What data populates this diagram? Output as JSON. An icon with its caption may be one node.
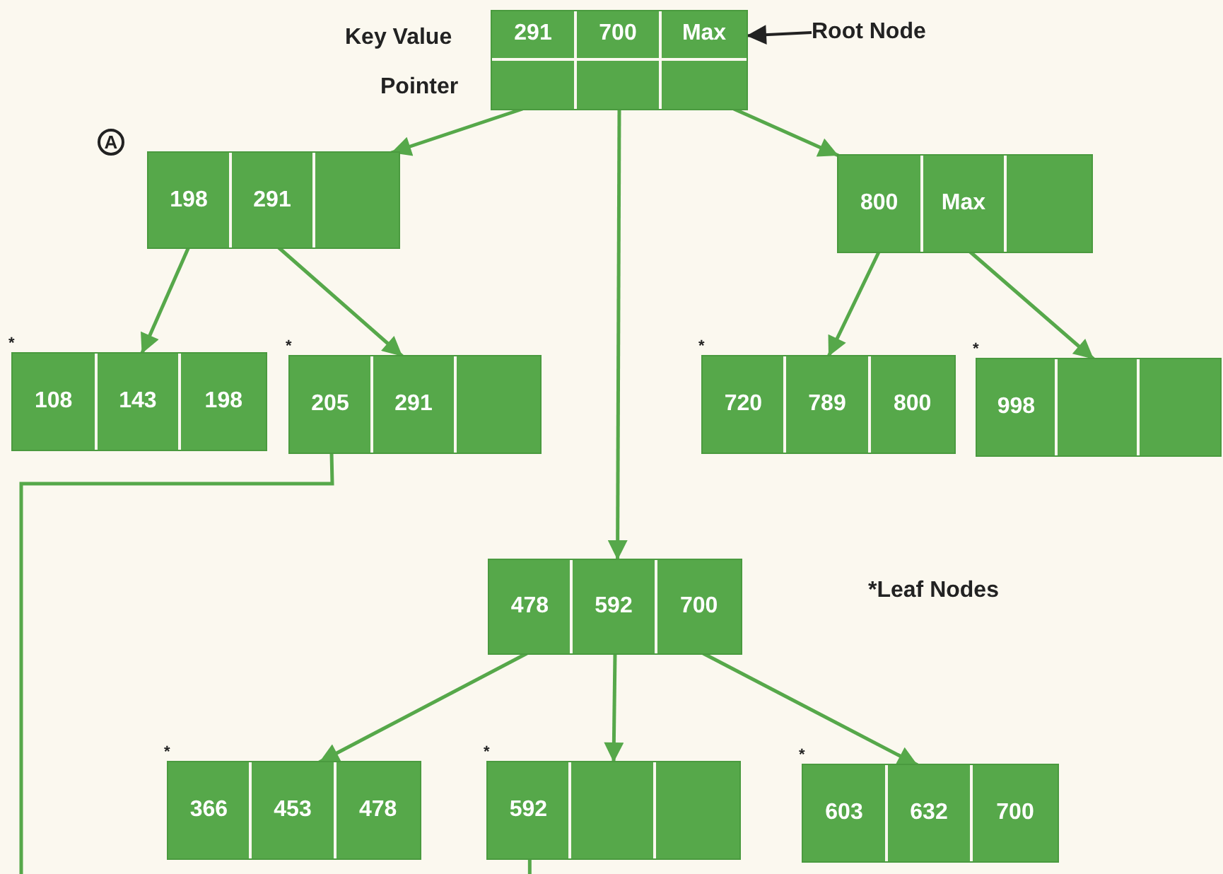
{
  "diagram": {
    "nodes": [
      {
        "text": [],
        "shape": "box"
      },
      {
        "text": [
          "291"
        ],
        "in": 0
      },
      {
        "text": [
          "700"
        ],
        "in": 0
      },
      {
        "text": [
          "Max"
        ],
        "in": 0
      },
      {
        "text": [],
        "shape": "box",
        "in": 0
      },
      {
        "text": [],
        "shape": "box",
        "in": 0
      },
      {
        "text": [],
        "shape": "box",
        "in": 0
      },
      {
        "text": [
          "Root Node"
        ]
      },
      {
        "text": [],
        "shape": "box"
      },
      {
        "text": [
          "198"
        ],
        "in": 8
      },
      {
        "text": [
          "291"
        ],
        "in": 8
      },
      {
        "text": [],
        "shape": "box",
        "in": 8
      },
      {
        "text": [],
        "shape": "box"
      },
      {
        "text": [
          "800"
        ],
        "in": 12
      },
      {
        "text": [
          "Max"
        ],
        "in": 12
      },
      {
        "text": [],
        "shape": "box",
        "in": 12
      },
      {
        "text": [],
        "shape": "box",
        "beside": [
          "*"
        ]
      },
      {
        "text": [
          "108"
        ],
        "in": 16
      },
      {
        "text": [
          "143"
        ],
        "in": 16
      },
      {
        "text": [
          "198"
        ],
        "in": 16
      },
      {
        "text": [],
        "shape": "box",
        "beside": [
          "*"
        ]
      },
      {
        "text": [
          "205"
        ],
        "in": 20
      },
      {
        "text": [
          "291"
        ],
        "in": 20
      },
      {
        "text": [],
        "shape": "box",
        "in": 20
      },
      {
        "text": [],
        "shape": "box",
        "beside": [
          "*"
        ]
      },
      {
        "text": [
          "720"
        ],
        "in": 24
      },
      {
        "text": [
          "789"
        ],
        "in": 24
      },
      {
        "text": [
          "800"
        ],
        "in": 24
      },
      {
        "text": [],
        "shape": "box",
        "beside": [
          "*"
        ]
      },
      {
        "text": [
          "998"
        ],
        "in": 28
      },
      {
        "text": [],
        "shape": "box",
        "in": 28
      },
      {
        "text": [],
        "shape": "box",
        "in": 28
      },
      {
        "text": [],
        "shape": "box"
      },
      {
        "text": [
          "478"
        ],
        "in": 32
      },
      {
        "text": [
          "592"
        ],
        "in": 32
      },
      {
        "text": [
          "700"
        ],
        "in": 32
      },
      {
        "text": [],
        "shape": "box",
        "beside": [
          "*"
        ]
      },
      {
        "text": [
          "366"
        ],
        "in": 36
      },
      {
        "text": [
          "453"
        ],
        "in": 36
      },
      {
        "text": [
          "478"
        ],
        "in": 36
      },
      {
        "text": [],
        "shape": "box",
        "beside": [
          "*"
        ]
      },
      {
        "text": [
          "592"
        ],
        "in": 40
      },
      {
        "text": [],
        "shape": "box",
        "in": 40
      },
      {
        "text": [],
        "shape": "box",
        "in": 40
      },
      {
        "text": [],
        "shape": "box",
        "beside": [
          "*"
        ]
      },
      {
        "text": [
          "603"
        ],
        "in": 44
      },
      {
        "text": [
          "632"
        ],
        "in": 44
      },
      {
        "text": [
          "700"
        ],
        "in": 44
      }
    ],
    "edges": [
      {
        "from": 7,
        "to": 3,
        "arrow": "to",
        "color": "#222222"
      },
      {
        "from": 0,
        "to": 8,
        "arrow": "to"
      },
      {
        "from": 0,
        "to": 32,
        "arrow": "to"
      },
      {
        "from": 0,
        "to": 12,
        "arrow": "to"
      },
      {
        "from": 8,
        "to": 16,
        "arrow": "to"
      },
      {
        "from": 8,
        "to": 20,
        "arrow": "to"
      },
      {
        "from": 12,
        "to": 24,
        "arrow": "to"
      },
      {
        "from": 12,
        "to": 28,
        "arrow": "to"
      },
      {
        "from": 32,
        "to": 36,
        "arrow": "to"
      },
      {
        "from": 32,
        "to": 40,
        "arrow": "to"
      },
      {
        "from": 32,
        "to": 44,
        "arrow": "to"
      },
      {
        "from": 21,
        "to": null,
        "arrow": "none"
      },
      {
        "from": 41,
        "to": null,
        "arrow": "none"
      }
    ],
    "labels": [
      "Key Value",
      "Pointer",
      "A",
      "*Leaf Nodes"
    ]
  }
}
